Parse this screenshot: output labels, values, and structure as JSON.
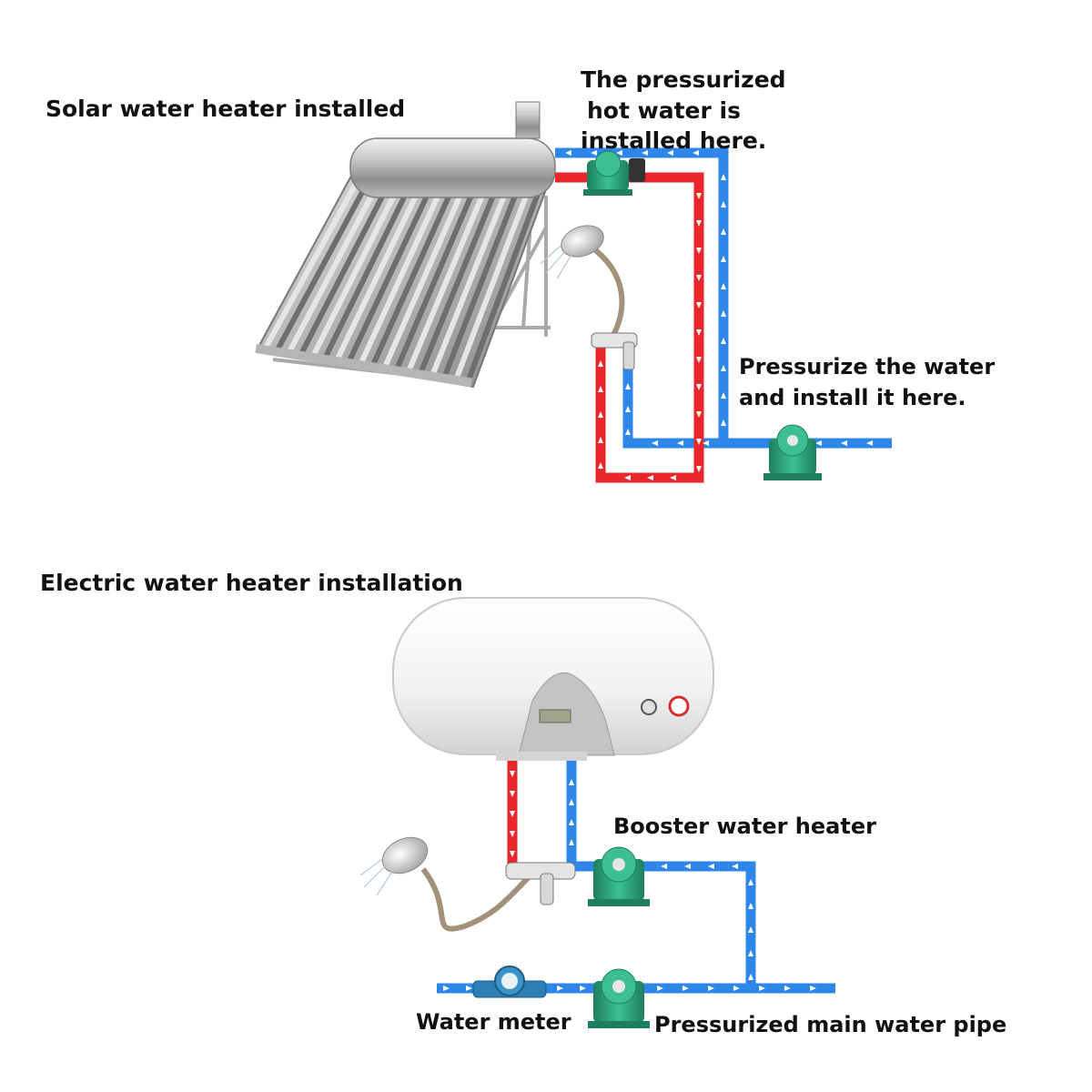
{
  "solar_section": {
    "title": "Solar water heater installed",
    "pump_top_label": [
      "The pressurized",
      "hot water is",
      "installed here."
    ],
    "pump_main_label": [
      "Pressurize the water",
      "and install it here."
    ]
  },
  "electric_section": {
    "title": "Electric water heater installation",
    "booster_label": "Booster water heater",
    "meter_label": "Water meter",
    "main_pipe_label": "Pressurized main water pipe"
  },
  "colors": {
    "hot_pipe": "#e8262b",
    "cold_pipe": "#2e86e8",
    "pump_body": "#2fa37c",
    "arrow": "#ffffff"
  }
}
